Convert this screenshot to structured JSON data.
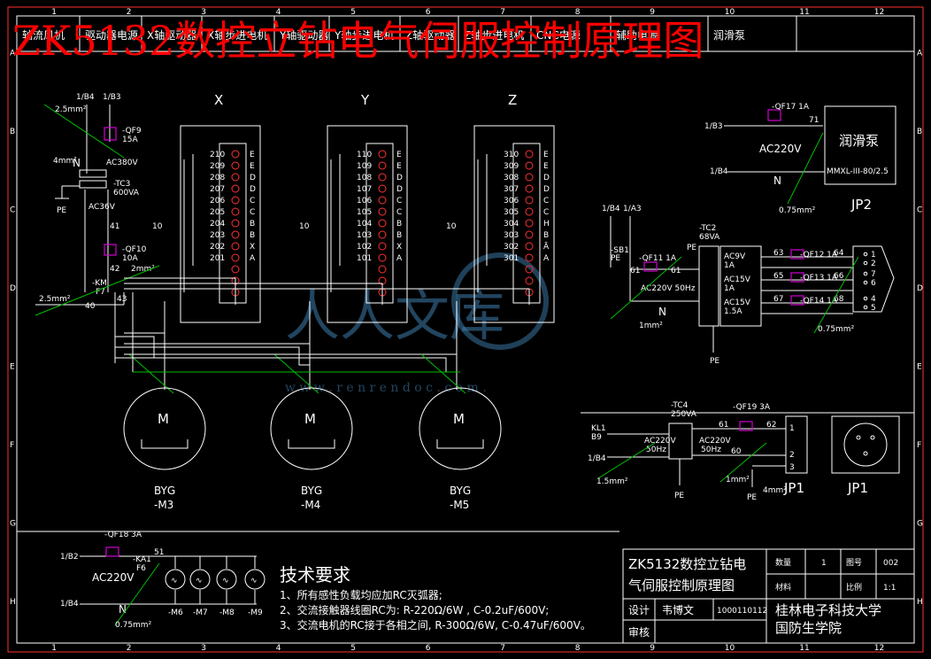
{
  "title": "ZK5132数控立钻电气伺服控制原理图",
  "header_cells": [
    "轴流风机",
    "驱动器电源",
    "X轴驱动器",
    "X轴步进电机",
    "Y轴驱动器",
    "Y轴步进电机",
    "Z轴驱动器",
    "Z轴步进电机",
    "CNC电源",
    "辅助电源",
    "润滑泵"
  ],
  "ruler_top": [
    "1",
    "2",
    "3",
    "4",
    "5",
    "6",
    "7",
    "8",
    "9",
    "10",
    "11",
    "12"
  ],
  "ruler_side": [
    "A",
    "B",
    "C",
    "D",
    "E",
    "F",
    "G",
    "H"
  ],
  "axes": [
    "X",
    "Y",
    "Z"
  ],
  "driver_wire_tag": "10",
  "drivers": [
    {
      "terminals": [
        "210",
        "209",
        "208",
        "207",
        "206",
        "205",
        "204",
        "203",
        "202",
        "201"
      ],
      "labels": [
        "E",
        "E",
        "D",
        "D",
        "C",
        "C",
        "B",
        "B",
        "X",
        "A"
      ]
    },
    {
      "terminals": [
        "110",
        "109",
        "108",
        "107",
        "106",
        "105",
        "104",
        "103",
        "102",
        "101"
      ],
      "labels": [
        "E",
        "E",
        "D",
        "D",
        "C",
        "C",
        "B",
        "B",
        "X",
        "A"
      ]
    },
    {
      "terminals": [
        "310",
        "309",
        "308",
        "307",
        "306",
        "305",
        "304",
        "303",
        "302",
        "301"
      ],
      "labels": [
        "E",
        "E",
        "D",
        "D",
        "C",
        "C",
        "H",
        "B",
        "Ā",
        "A"
      ]
    }
  ],
  "motors": [
    {
      "symbol": "M",
      "type": "BYG",
      "tag": "-M3"
    },
    {
      "symbol": "M",
      "type": "BYG",
      "tag": "-M4"
    },
    {
      "symbol": "M",
      "type": "BYG",
      "tag": "-M5"
    }
  ],
  "left_labels": {
    "l1": "1/B4",
    "l2": "1/B3",
    "wire1": "2.5mm²",
    "wire2": "4mm²",
    "n": "N",
    "pe": "PE",
    "qf9": "-QF9",
    "qf9_rating": "15A",
    "tc3": "-TC3",
    "tc3_rating": "600VA",
    "ac380": "AC380V",
    "ac36": "AC36V",
    "qf10": "-QF10",
    "qf10_rating": "10A",
    "n41": "41",
    "n42": "42",
    "km": "-KM",
    "f7": "F7",
    "wire3": "2.5mm²",
    "n40": "40",
    "n43": "43",
    "wire4": "2mm²"
  },
  "lube": {
    "ref": "1/B3",
    "breaker": "-QF17 1A",
    "node": "71",
    "voltage": "AC220V",
    "box": "润滑泵",
    "model": "MMXL-III-80/2.5",
    "n_ref": "1/B4",
    "n": "N",
    "wire": "0.75mm²",
    "jp": "JP2"
  },
  "aux": {
    "ref1": "1/B4",
    "ref2": "1/A3",
    "sa": "-SB1",
    "pe_tag": "PE",
    "breaker": "-QF11 1A",
    "n1": "61",
    "n2": "61",
    "voltage": "AC220V 50Hz",
    "n": "N",
    "wire": "1mm²",
    "tc": "-TC2",
    "tc_rating": "68VA",
    "pe": "PE",
    "pe2": "PE",
    "out": [
      {
        "v": "AC9V",
        "a": "1A",
        "br": "-QF12 1A",
        "w1": "63",
        "w2": "64"
      },
      {
        "v": "AC15V",
        "a": "1A",
        "br": "-QF13 1A",
        "w1": "65",
        "w2": "66"
      },
      {
        "v": "AC15V",
        "a": "1.5A",
        "br": "-QF14 1A",
        "w1": "67",
        "w2": "68"
      }
    ],
    "pins": [
      "1",
      "2",
      "7",
      "6",
      "4",
      "5"
    ],
    "wire2": "0.75mm²"
  },
  "cnc": {
    "ref1": "KL1",
    "ref1b": "B9",
    "ref2": "1/B4",
    "tc": "-TC4",
    "tc_rating": "250VA",
    "v1": "AC220V",
    "f1": "50Hz",
    "v2": "AC220V",
    "f2": "50Hz",
    "breaker": "-QF19 3A",
    "w1": "61",
    "w2": "62",
    "w3": "60",
    "pe": "PE",
    "pe2": "PE",
    "wire1": "1.5mm²",
    "wire2": "1mm²",
    "wire3": "4mm²",
    "pins": [
      "1",
      "2",
      "3"
    ],
    "jp": "JP1",
    "jp2": "JP1"
  },
  "fans": {
    "ref1": "1/B2",
    "breaker": "-QF18 3A",
    "ka": "-KA1",
    "f6": "F6",
    "node": "51",
    "voltage": "AC220V",
    "ref2": "1/B4",
    "n": "N",
    "wire": "0.75mm²",
    "tags": [
      "-M6",
      "-M7",
      "-M8",
      "-M9"
    ]
  },
  "notes": {
    "heading": "技术要求",
    "items": [
      "1、所有感性负载均应加RC灭弧器;",
      "2、交流接触器线圈RC为: R-220Ω/6W , C-0.2uF/600V;",
      "3、交流电机的RC接于各相之间, R-300Ω/6W, C-0.47uF/600V。"
    ]
  },
  "title_block": {
    "drawing_title_1": "ZK5132数控立钻电",
    "drawing_title_2": "气伺服控制原理图",
    "qty_label": "数量",
    "qty": "1",
    "no_label": "图号",
    "no": "002",
    "mat_label": "材料",
    "scale_label": "比例",
    "scale": "1:1",
    "design_label": "设计",
    "designer": "韦博文",
    "student_id": "1000110112",
    "check_label": "审核",
    "school_1": "桂林电子科技大学",
    "school_2": "国防生学院"
  },
  "watermark": {
    "text": "人人文库",
    "url": "w w w . r e n r e n d o c . c o m ."
  }
}
